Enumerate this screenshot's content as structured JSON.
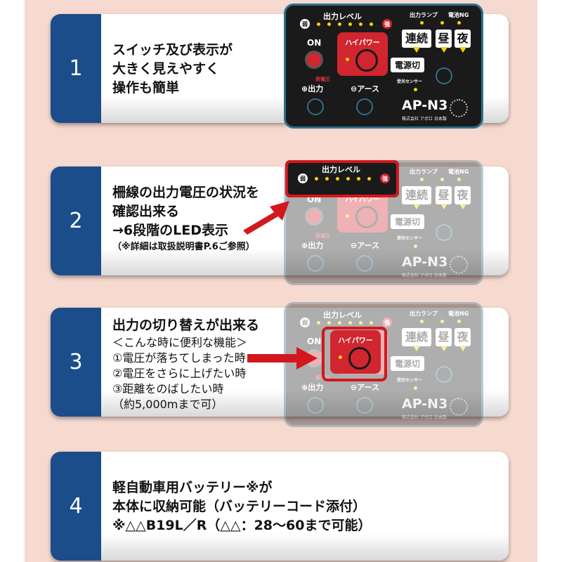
{
  "panel": {
    "output_level": "出力レベル",
    "weak": "弱",
    "strong": "強",
    "on": "ON",
    "high_power": "ハイパワー",
    "output_lamp": "出力ランプ",
    "battery_ng": "電池NG",
    "continuous": "連続",
    "day": "昼",
    "night": "夜",
    "power_off": "電源切",
    "high_voltage": "高電圧",
    "plus_output": "出力",
    "minus_earth": "アース",
    "light_sensor": "受光センサー",
    "model": "AP-N3",
    "maker": "株式会社 アポロ 日本製"
  },
  "features": [
    {
      "number": "1",
      "lines": [
        "スイッチ及び表示が",
        "大きく見えやすく",
        "操作も簡単"
      ]
    },
    {
      "number": "2",
      "lines": [
        "柵線の出力電圧の状況を",
        "確認出来る",
        "→6段階のLED表示"
      ],
      "note": "（※詳細は取扱説明書P.6ご参照）"
    },
    {
      "number": "3",
      "lines": [
        "出力の切り替えが出来る"
      ],
      "sub": [
        "＜こんな時に便利な機能＞",
        "①電圧が落ちてしまった時",
        "②電圧をさらに上げたい時",
        "③距離をのばしたい時",
        "（約5,000mまで可）"
      ]
    },
    {
      "number": "4",
      "lines": [
        "軽自動車用バッテリー※が",
        "本体に収納可能（バッテリーコード添付）",
        "※△△B19L／R（△△：28〜60まで可能）"
      ]
    }
  ],
  "colors": {
    "accent_blue": "#1c4d8b",
    "highlight_red": "#d3171e",
    "background": "#f6d9cf"
  }
}
